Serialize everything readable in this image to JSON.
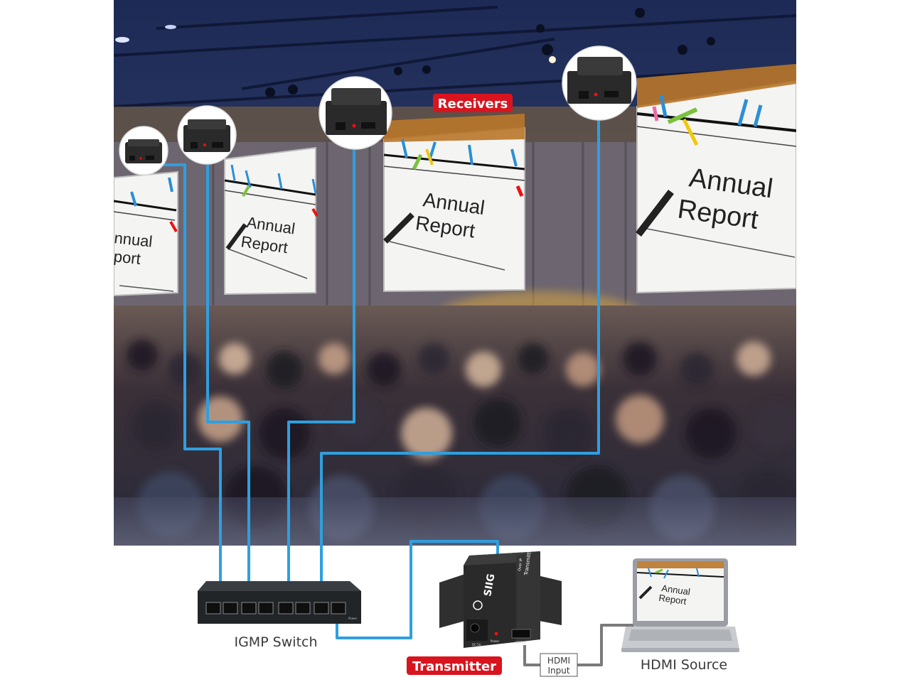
{
  "labels": {
    "receivers": "Receivers",
    "transmitter": "Transmitter",
    "switch": "IGMP Switch",
    "hdmi_input_line1": "HDMI",
    "hdmi_input_line2": "Input",
    "hdmi_source": "HDMI Source"
  },
  "screen_text": {
    "line1": "Annual",
    "line2": "Report",
    "partial_line1": "nnual",
    "partial_line2": "port"
  },
  "device_text": {
    "brand": "SIIG",
    "transmitter_side": "Transmitter",
    "transmitter_side2": "Over IP",
    "dc_port": "DC 5V",
    "power_led": "Power",
    "hdmi_port": "HDMI IN",
    "switch_power": "Power"
  },
  "colors": {
    "cable": "#2f9fe0",
    "accent_red": "#d9141e",
    "hdmi_cable": "#7a7a7a",
    "label_gray": "#3a3a3a",
    "device_dark": "#2a2a2a"
  },
  "switch_port_count": 8
}
